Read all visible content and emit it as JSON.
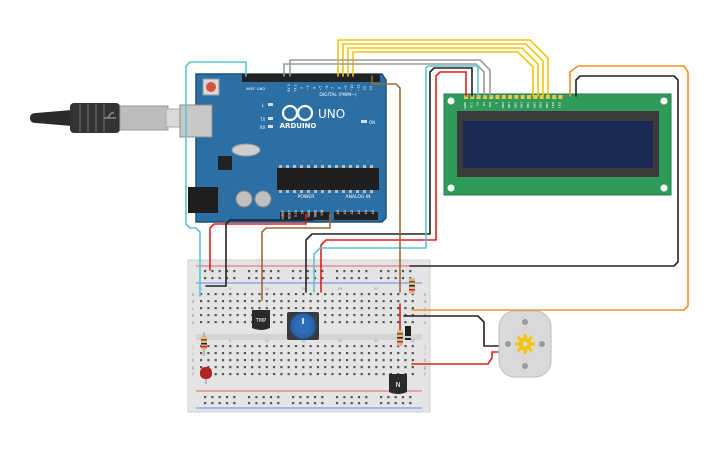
{
  "arduino": {
    "logo": "ARDUINO",
    "model": "UNO",
    "digital_label": "DIGITAL (PWM~)",
    "power_label": "POWER",
    "analog_label": "ANALOG IN",
    "tx_label": "TX",
    "rx_label": "RX",
    "l_label": "L",
    "on_label": "ON",
    "gnd_label": "GND",
    "aref_label": "AREF",
    "top_pins": [
      "13",
      "12",
      "~11",
      "~10",
      "~9",
      "8",
      "7",
      "~6",
      "~5",
      "4",
      "~3",
      "2",
      "TX 1",
      "RX 0"
    ],
    "power_pins": [
      "IOREF",
      "RESET",
      "3.3V",
      "5V",
      "GND",
      "GND",
      "VIN"
    ],
    "analog_pins": [
      "A0",
      "A1",
      "A2",
      "A3",
      "A4",
      "A5"
    ]
  },
  "breadboard": {
    "row_letters": [
      "a",
      "b",
      "c",
      "d",
      "e",
      "f",
      "g",
      "h",
      "i",
      "j"
    ],
    "col_numbers": [
      "1",
      "5",
      "10",
      "15",
      "20",
      "25",
      "30"
    ]
  },
  "lcd": {
    "pin_labels": [
      "GND",
      "VCC",
      "V0",
      "RS",
      "RW",
      "E",
      "DB0",
      "DB1",
      "DB2",
      "DB3",
      "DB4",
      "DB5",
      "DB6",
      "DB7",
      "LED",
      "LED"
    ]
  },
  "components": {
    "temp_sensor_label": "TMP",
    "transistor_label": "N"
  },
  "colors": {
    "arduino_board": "#2b6fa5",
    "lcd_pcb": "#2f9a5a",
    "lcd_screen": "#1a2a55",
    "wire_yellow": "#f2c40f",
    "wire_orange": "#f0901e",
    "wire_red": "#e02020",
    "wire_black": "#222222",
    "wire_cyan": "#5cc3d4",
    "wire_gray": "#9a9a9a",
    "wire_brown": "#9a6a3a"
  }
}
